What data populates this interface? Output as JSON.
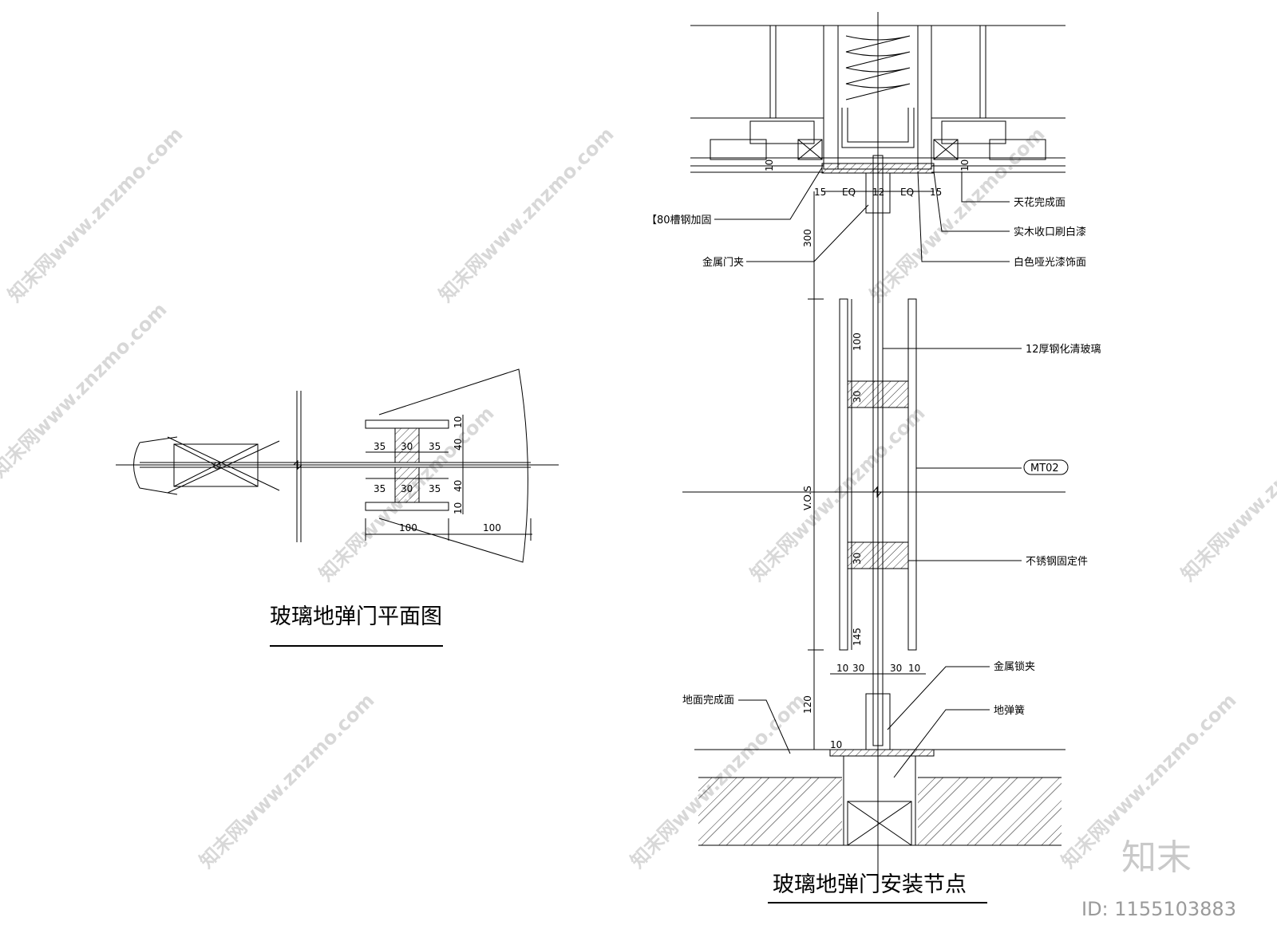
{
  "plan": {
    "title": "玻璃地弹门平面图",
    "dims": {
      "flange_w_left_top": "35",
      "web_top": "30",
      "flange_w_right_top": "35",
      "flange_w_left_bot": "35",
      "web_bot": "30",
      "flange_w_right_bot": "35",
      "thk_top": "10",
      "h_top": "40",
      "h_bot": "40",
      "thk_bot": "10",
      "span_left": "100",
      "span_right": "100"
    }
  },
  "section": {
    "title": "玻璃地弹门安装节点",
    "labels": {
      "channel": "【80槽钢加固",
      "door_clamp": "金属门夹",
      "ceiling": "天花完成面",
      "wood_trim": "实木收口刷白漆",
      "paint": "白色哑光漆饰面",
      "glass": "12厚钢化清玻璃",
      "mt02": "MT02",
      "fixing": "不锈钢固定件",
      "lock_clamp": "金属锁夹",
      "floor_finish": "地面完成面",
      "floor_spring": "地弹簧"
    },
    "dims": {
      "d10_left": "10",
      "d10_right": "10",
      "d15_left": "15",
      "eq_left": "EQ",
      "d12": "12",
      "eq_right": "EQ",
      "d15_right": "15",
      "d300": "300",
      "d100": "100",
      "d30_a": "30",
      "vos": "V.O.S",
      "d30_b": "30",
      "d145": "145",
      "d10_a": "10",
      "d30_c": "30",
      "d30_d": "30",
      "d10_b": "10",
      "d120": "120",
      "d10_floor": "10"
    }
  },
  "watermark": {
    "repeat_text": "知末网www.znzmo.com",
    "brand": "知末",
    "id_text": "ID: 1155103883"
  }
}
